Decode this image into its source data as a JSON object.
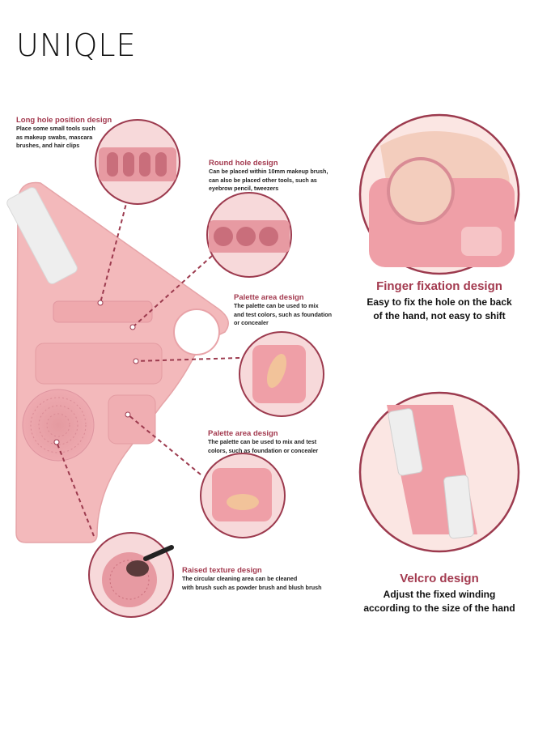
{
  "brand": {
    "logo_text": "UNIQLE"
  },
  "annotations": [
    {
      "id": "long-hole",
      "title": "Long hole position design",
      "desc": [
        "Place some small tools such",
        "as makeup swabs, mascara",
        "brushes, and hair clips"
      ]
    },
    {
      "id": "round-hole",
      "title": "Round hole design",
      "desc": [
        "Can be placed within 10mm makeup brush,",
        "can also be placed other tools, such as",
        "eyebrow pencil, tweezers"
      ]
    },
    {
      "id": "palette-1",
      "title": "Palette area design",
      "desc": [
        "The palette can be used to mix",
        "and test colors, such as foundation",
        "or concealer"
      ]
    },
    {
      "id": "palette-2",
      "title": "Palette area design",
      "desc": [
        "The palette can be used to mix and test",
        "colors, such as foundation or concealer"
      ]
    },
    {
      "id": "texture",
      "title": "Raised texture design",
      "desc": [
        "The circular cleaning area can be cleaned",
        "with brush such as powder brush and blush brush"
      ]
    }
  ],
  "features": [
    {
      "id": "finger",
      "title": "Finger fixation design",
      "desc": [
        "Easy to fix the hole on the back",
        "of the hand, not easy to shift"
      ]
    },
    {
      "id": "velcro",
      "title": "Velcro design",
      "desc": [
        "Adjust the fixed winding",
        "according to the size of the hand"
      ]
    }
  ],
  "colors": {
    "accent": "#a33a4f",
    "product_pink": "#f2b6b8",
    "product_shadow": "#e39fa3",
    "circle_border": "#9c3a4e",
    "velcro": "#e9e9e9"
  }
}
